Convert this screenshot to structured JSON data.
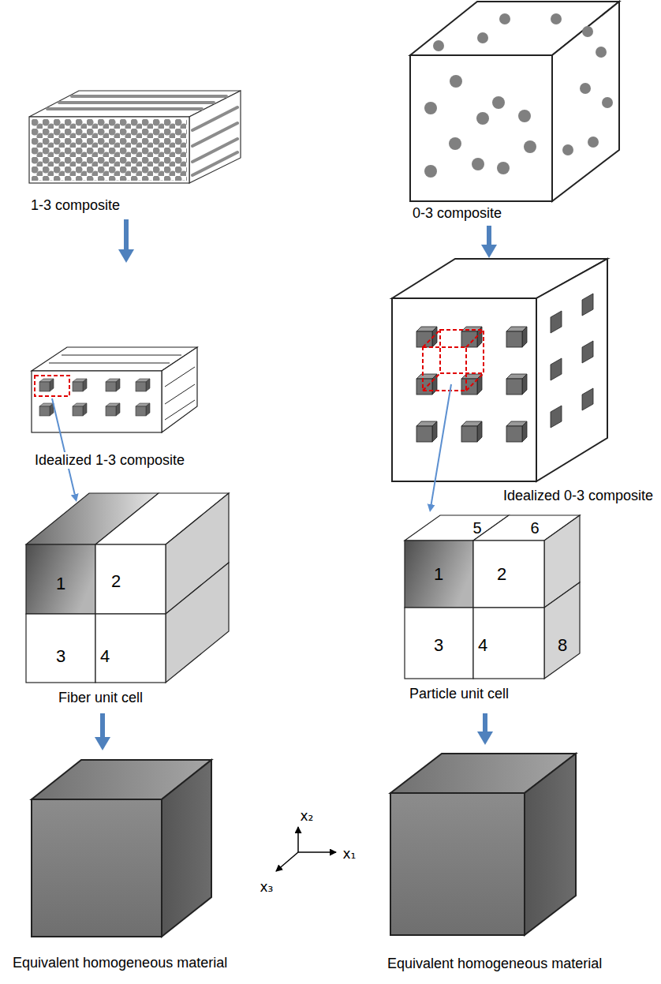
{
  "diagram": {
    "nodes": [
      {
        "text": [
          "1-3 composite"
        ]
      },
      {
        "text": [
          "0-3 composite"
        ]
      },
      {
        "text": [
          "Idealized 1-3 composite"
        ]
      },
      {
        "text": [
          "Idealized 0-3 composite"
        ]
      },
      {
        "text": [
          "Fiber unit cell"
        ]
      },
      {
        "text": [
          "Particle unit cell"
        ]
      },
      {
        "text": [
          "Equivalent homogeneous material"
        ]
      },
      {
        "text": [
          "Equivalent homogeneous material"
        ]
      }
    ],
    "edges": [
      {
        "from": 0,
        "to": 2,
        "arrow": "to"
      },
      {
        "from": 2,
        "to": 4,
        "arrow": "to"
      },
      {
        "from": 4,
        "to": 6,
        "arrow": "to"
      },
      {
        "from": 1,
        "to": 3,
        "arrow": "to"
      },
      {
        "from": 3,
        "to": 5,
        "arrow": "to"
      },
      {
        "from": 5,
        "to": 7,
        "arrow": "to"
      }
    ],
    "labels": [
      "1",
      "2",
      "3",
      "4",
      "5",
      "6",
      "1",
      "2",
      "3",
      "4",
      "8",
      "x₂",
      "x₁",
      "x₃"
    ]
  }
}
